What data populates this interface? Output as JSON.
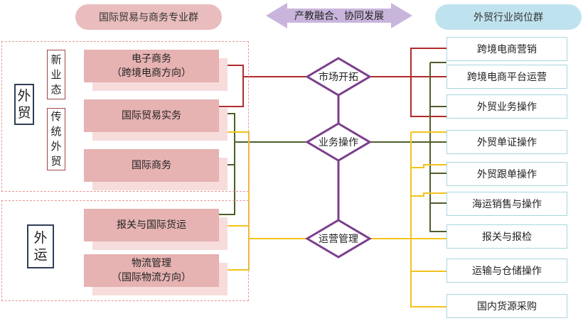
{
  "headers": {
    "left": "国际贸易与商务专业群",
    "center": "产教融合、协同发展",
    "right": "外贸行业岗位群"
  },
  "groups": {
    "waimao": {
      "tag": "外\n贸",
      "sub_new": "新\n业\n态",
      "sub_trad": "传\n统\n外\n贸"
    },
    "waiyun": {
      "tag": "外\n运"
    }
  },
  "majors": [
    {
      "line1": "电子商务",
      "line2": "（跨境电商方向）"
    },
    {
      "line1": "国际贸易实务",
      "line2": ""
    },
    {
      "line1": "国际商务",
      "line2": ""
    },
    {
      "line1": "报关与国际货运",
      "line2": ""
    },
    {
      "line1": "物流管理",
      "line2": "（国际物流方向）"
    }
  ],
  "hubs": [
    "市场开拓",
    "业务操作",
    "运营管理"
  ],
  "jobs": [
    "跨境电商营销",
    "跨境电商平台运营",
    "外贸业务操作",
    "外贸单证操作",
    "外贸跟单操作",
    "海运销售与操作",
    "报关与报检",
    "运输与仓储操作",
    "国内货源采购"
  ],
  "colors": {
    "market_line": "#b02a2a",
    "ops_line": "#4e5f2a",
    "mgmt_line": "#f2c31b",
    "diamond": "#7b3f8c",
    "arrow": "#c9b5dc"
  }
}
